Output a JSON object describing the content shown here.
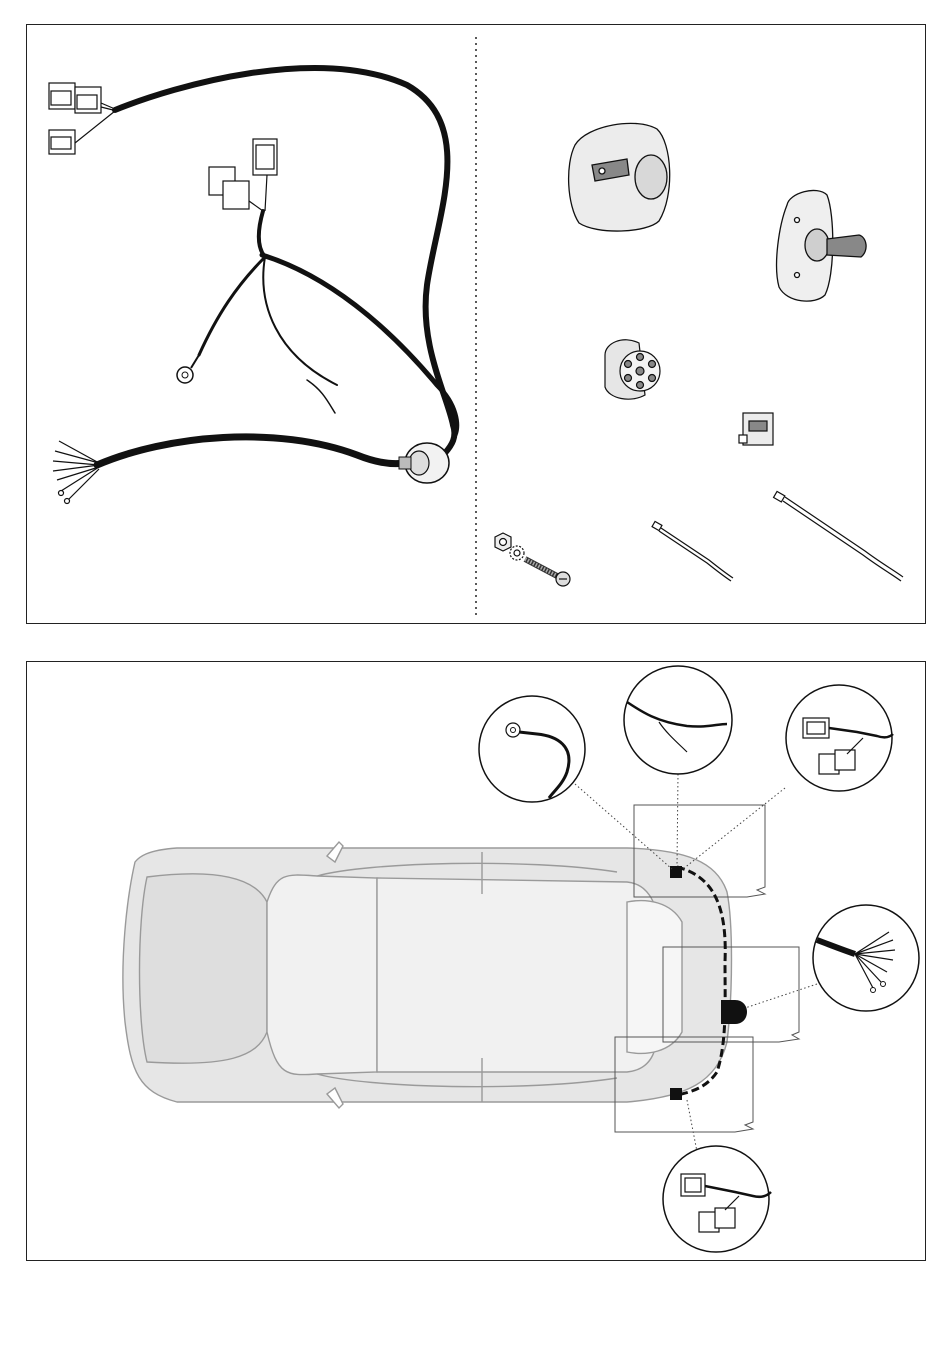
{
  "document": {
    "type": "wiring-kit-installation-diagram",
    "text": []
  },
  "parts_panel": {
    "items": [
      {
        "name": "main-wiring-harness",
        "icon": "harness-icon"
      },
      {
        "name": "socket-cover",
        "icon": "socket-cover-icon"
      },
      {
        "name": "mounting-plate",
        "icon": "plate-icon"
      },
      {
        "name": "seven-pin-socket",
        "icon": "socket-icon"
      },
      {
        "name": "small-connector",
        "icon": "connector-icon"
      },
      {
        "name": "bolt-nut-washer",
        "icon": "bolt-icon"
      },
      {
        "name": "cable-tie-small",
        "icon": "cable-tie-icon"
      },
      {
        "name": "cable-tie-large",
        "icon": "cable-tie-icon"
      }
    ]
  },
  "install_panel": {
    "detail_callouts": [
      {
        "name": "ground-eyelet-detail",
        "icon": "eyelet-icon"
      },
      {
        "name": "wire-detail",
        "icon": "wire-icon"
      },
      {
        "name": "left-light-connector-detail",
        "icon": "connector-icon"
      },
      {
        "name": "socket-wires-detail",
        "icon": "wires-icon"
      },
      {
        "name": "right-light-connector-detail",
        "icon": "connector-icon"
      }
    ]
  },
  "colors": {
    "line": "#111111",
    "car_fill": "#e6e6e6",
    "car_stroke": "#9a9a9a"
  }
}
